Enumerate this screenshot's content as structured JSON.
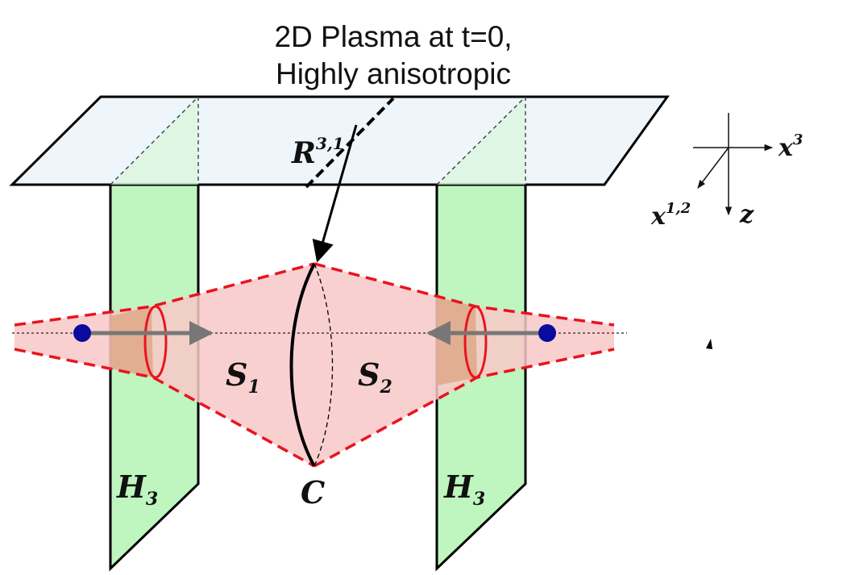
{
  "annotation": {
    "line1": "2D Plasma at t=0,",
    "line2": "Highly anisotropic"
  },
  "labels": {
    "space": "R",
    "space_sup": "3,1",
    "surface_left": "S",
    "surface_left_sub": "1",
    "surface_right": "S",
    "surface_right_sub": "2",
    "horizon_left": "H",
    "horizon_left_sub": "3",
    "horizon_right": "H",
    "horizon_right_sub": "3",
    "curve": "C"
  },
  "axes": {
    "x3": "x",
    "x3_sup": "3",
    "x12": "x",
    "x12_sup": "1,2",
    "z": "z"
  },
  "colors": {
    "plane_fill": "#eef5fb",
    "horizon_fill": "#bff5bf",
    "surface_fill": "#f8c8c8",
    "overlap_fill": "#e0aa8c",
    "dashed_outline": "#e8141e",
    "particle": "#0a0aa0",
    "arrow": "#777777"
  }
}
